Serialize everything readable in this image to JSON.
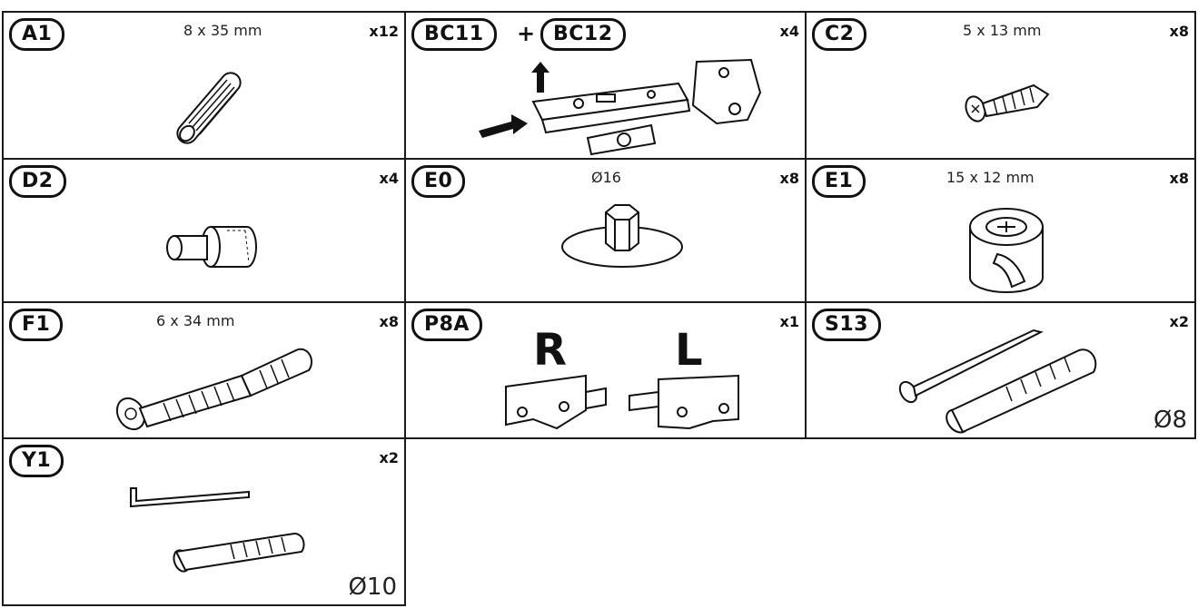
{
  "parts": [
    {
      "code": "A1",
      "size": "8 x 35 mm",
      "qty": "x12",
      "icon": "wooden-dowel"
    },
    {
      "code": "BC11",
      "code2": "BC12",
      "joiner": "+",
      "qty": "x4",
      "icon": "cabinet-hinge"
    },
    {
      "code": "C2",
      "size": "5 x 13 mm",
      "qty": "x8",
      "icon": "short-screw"
    },
    {
      "code": "D2",
      "qty": "x4",
      "icon": "shelf-support-pin"
    },
    {
      "code": "E0",
      "size": "Ø16",
      "qty": "x8",
      "icon": "cover-cap"
    },
    {
      "code": "E1",
      "size": "15 x 12 mm",
      "qty": "x8",
      "icon": "cam-lock"
    },
    {
      "code": "F1",
      "size": "6 x 34 mm",
      "qty": "x8",
      "icon": "cam-bolt"
    },
    {
      "code": "P8A",
      "left_label": "R",
      "right_label": "L",
      "qty": "x1",
      "icon": "drawer-clips"
    },
    {
      "code": "S13",
      "qty": "x2",
      "diameter": "Ø8",
      "icon": "screw-and-wall-plug"
    },
    {
      "code": "Y1",
      "qty": "x2",
      "diameter": "Ø10",
      "icon": "hook-screw-and-wall-plug"
    }
  ]
}
